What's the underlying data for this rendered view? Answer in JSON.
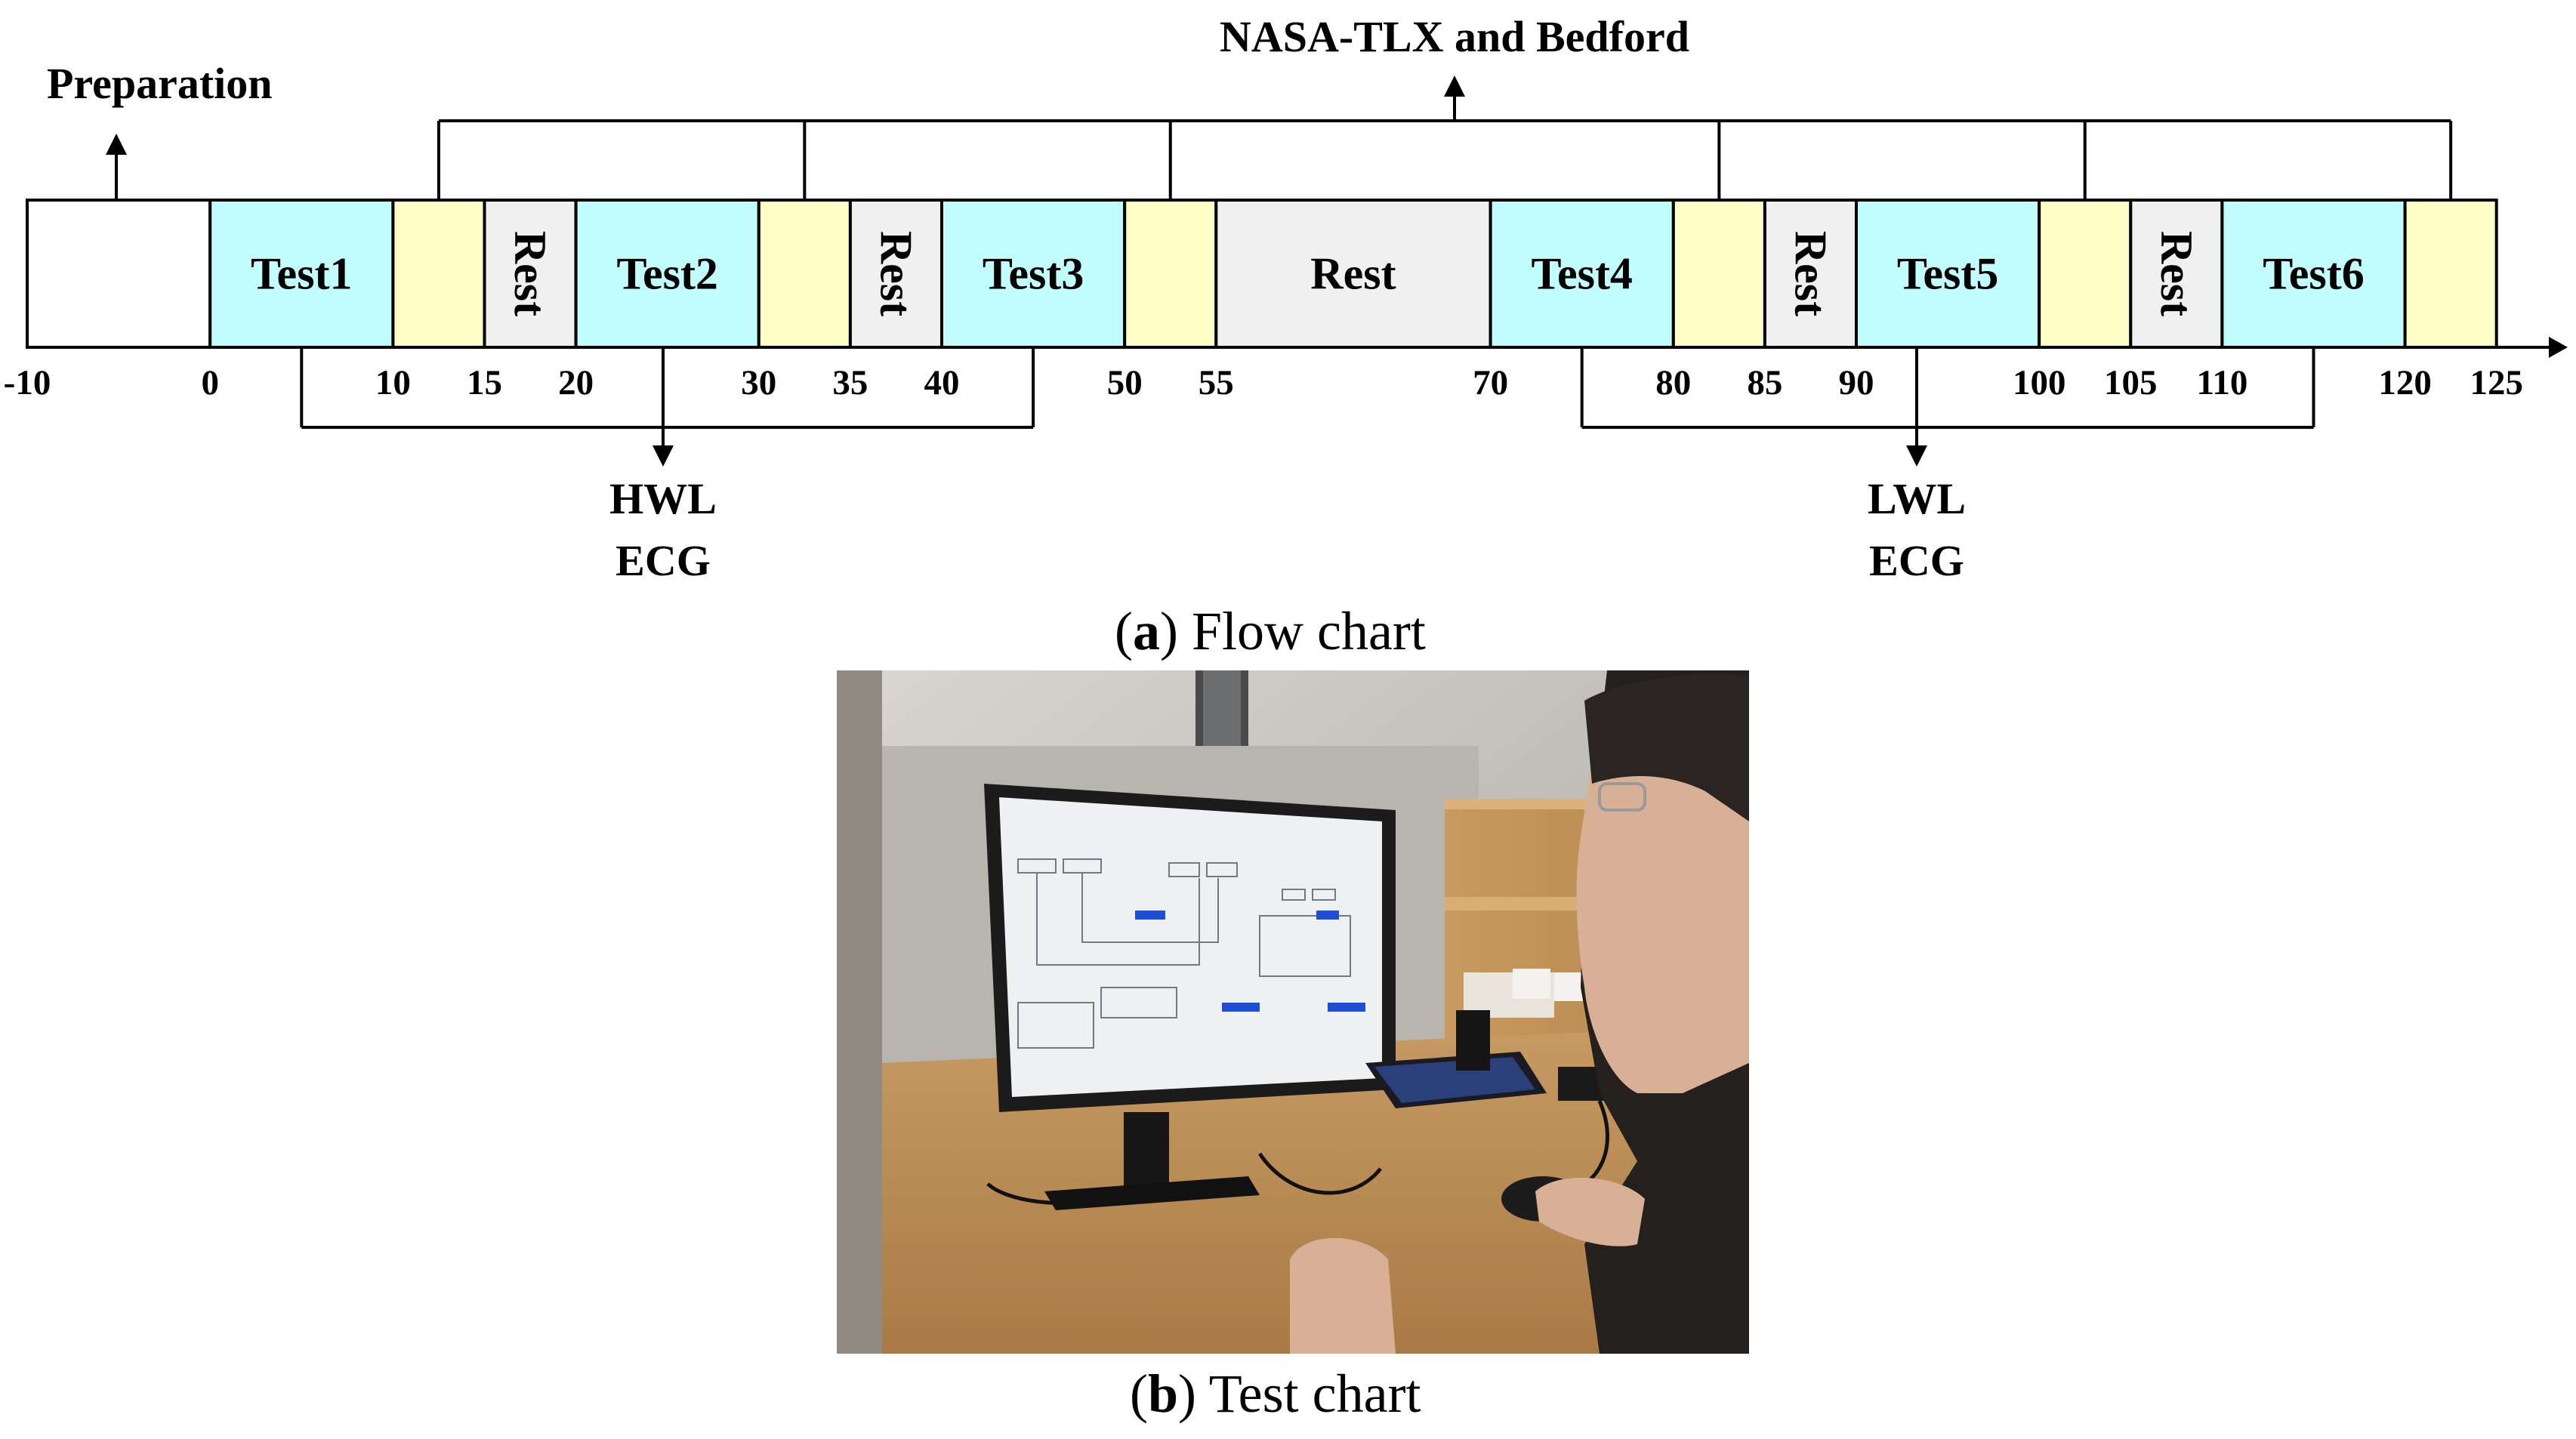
{
  "flow_chart": {
    "segments": [
      {
        "start": -10,
        "end": 0,
        "label": "",
        "kind": "prep"
      },
      {
        "start": 0,
        "end": 10,
        "label": "Test1",
        "kind": "test"
      },
      {
        "start": 10,
        "end": 15,
        "label": "",
        "kind": "survey"
      },
      {
        "start": 15,
        "end": 20,
        "label": "Rest",
        "kind": "rest"
      },
      {
        "start": 20,
        "end": 30,
        "label": "Test2",
        "kind": "test"
      },
      {
        "start": 30,
        "end": 35,
        "label": "",
        "kind": "survey"
      },
      {
        "start": 35,
        "end": 40,
        "label": "Rest",
        "kind": "rest"
      },
      {
        "start": 40,
        "end": 50,
        "label": "Test3",
        "kind": "test"
      },
      {
        "start": 50,
        "end": 55,
        "label": "",
        "kind": "survey"
      },
      {
        "start": 55,
        "end": 70,
        "label": "Rest",
        "kind": "rest"
      },
      {
        "start": 70,
        "end": 80,
        "label": "Test4",
        "kind": "test"
      },
      {
        "start": 80,
        "end": 85,
        "label": "",
        "kind": "survey"
      },
      {
        "start": 85,
        "end": 90,
        "label": "Rest",
        "kind": "rest"
      },
      {
        "start": 90,
        "end": 100,
        "label": "Test5",
        "kind": "test"
      },
      {
        "start": 100,
        "end": 105,
        "label": "",
        "kind": "survey"
      },
      {
        "start": 105,
        "end": 110,
        "label": "Rest",
        "kind": "rest"
      },
      {
        "start": 110,
        "end": 120,
        "label": "Test6",
        "kind": "test"
      },
      {
        "start": 120,
        "end": 125,
        "label": "",
        "kind": "survey"
      }
    ],
    "ticks": [
      "-10",
      "0",
      "10",
      "15",
      "20",
      "30",
      "35",
      "40",
      "50",
      "55",
      "70",
      "80",
      "85",
      "90",
      "100",
      "105",
      "110",
      "120",
      "125"
    ],
    "tick_values": [
      -10,
      0,
      10,
      15,
      20,
      30,
      35,
      40,
      50,
      55,
      70,
      80,
      85,
      90,
      100,
      105,
      110,
      120,
      125
    ],
    "preparation_label": "Preparation",
    "questionnaire_label": "NASA-TLX and Bedford",
    "questionnaire_at": [
      12.5,
      32.5,
      52.5,
      82.5,
      102.5,
      122.5
    ],
    "groups": [
      {
        "from": 5,
        "to": 45,
        "lines": [
          "HWL",
          "ECG"
        ]
      },
      {
        "from": 75,
        "to": 115,
        "lines": [
          "LWL",
          "ECG"
        ]
      }
    ],
    "colors": {
      "test": "#c2fdfd",
      "survey": "#ffffc8",
      "rest": "#f0f0f0",
      "prep": "#ffffff"
    }
  },
  "captions": {
    "a_letter": "a",
    "a_text": "Flow chart",
    "b_letter": "b",
    "b_text": "Test chart"
  }
}
